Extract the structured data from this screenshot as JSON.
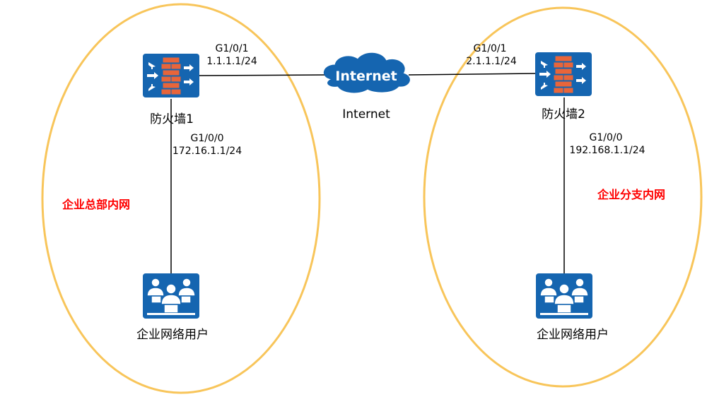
{
  "zones": {
    "hq": {
      "label": "企业总部内网"
    },
    "branch": {
      "label": "企业分支内网"
    }
  },
  "colors": {
    "zone_outline": "#f8c55a",
    "zone_label": "#ff0000",
    "device_fill": "#1565b0",
    "firewall_brick": "#e8653a",
    "link": "#000000"
  },
  "internet": {
    "icon_text": "Internet",
    "label": "Internet",
    "icon": "cloud-icon"
  },
  "firewall1": {
    "name": "防火墙1",
    "icon": "firewall-icon",
    "wan": {
      "port": "G1/0/1",
      "ip": "1.1.1.1/24"
    },
    "lan": {
      "port": "G1/0/0",
      "ip": "172.16.1.1/24"
    }
  },
  "firewall2": {
    "name": "防火墙2",
    "icon": "firewall-icon",
    "wan": {
      "port": "G1/0/1",
      "ip": "2.1.1.1/24"
    },
    "lan": {
      "port": "G1/0/0",
      "ip": "192.168.1.1/24"
    }
  },
  "users1": {
    "label": "企业网络用户",
    "icon": "user-group-icon"
  },
  "users2": {
    "label": "企业网络用户",
    "icon": "user-group-icon"
  }
}
